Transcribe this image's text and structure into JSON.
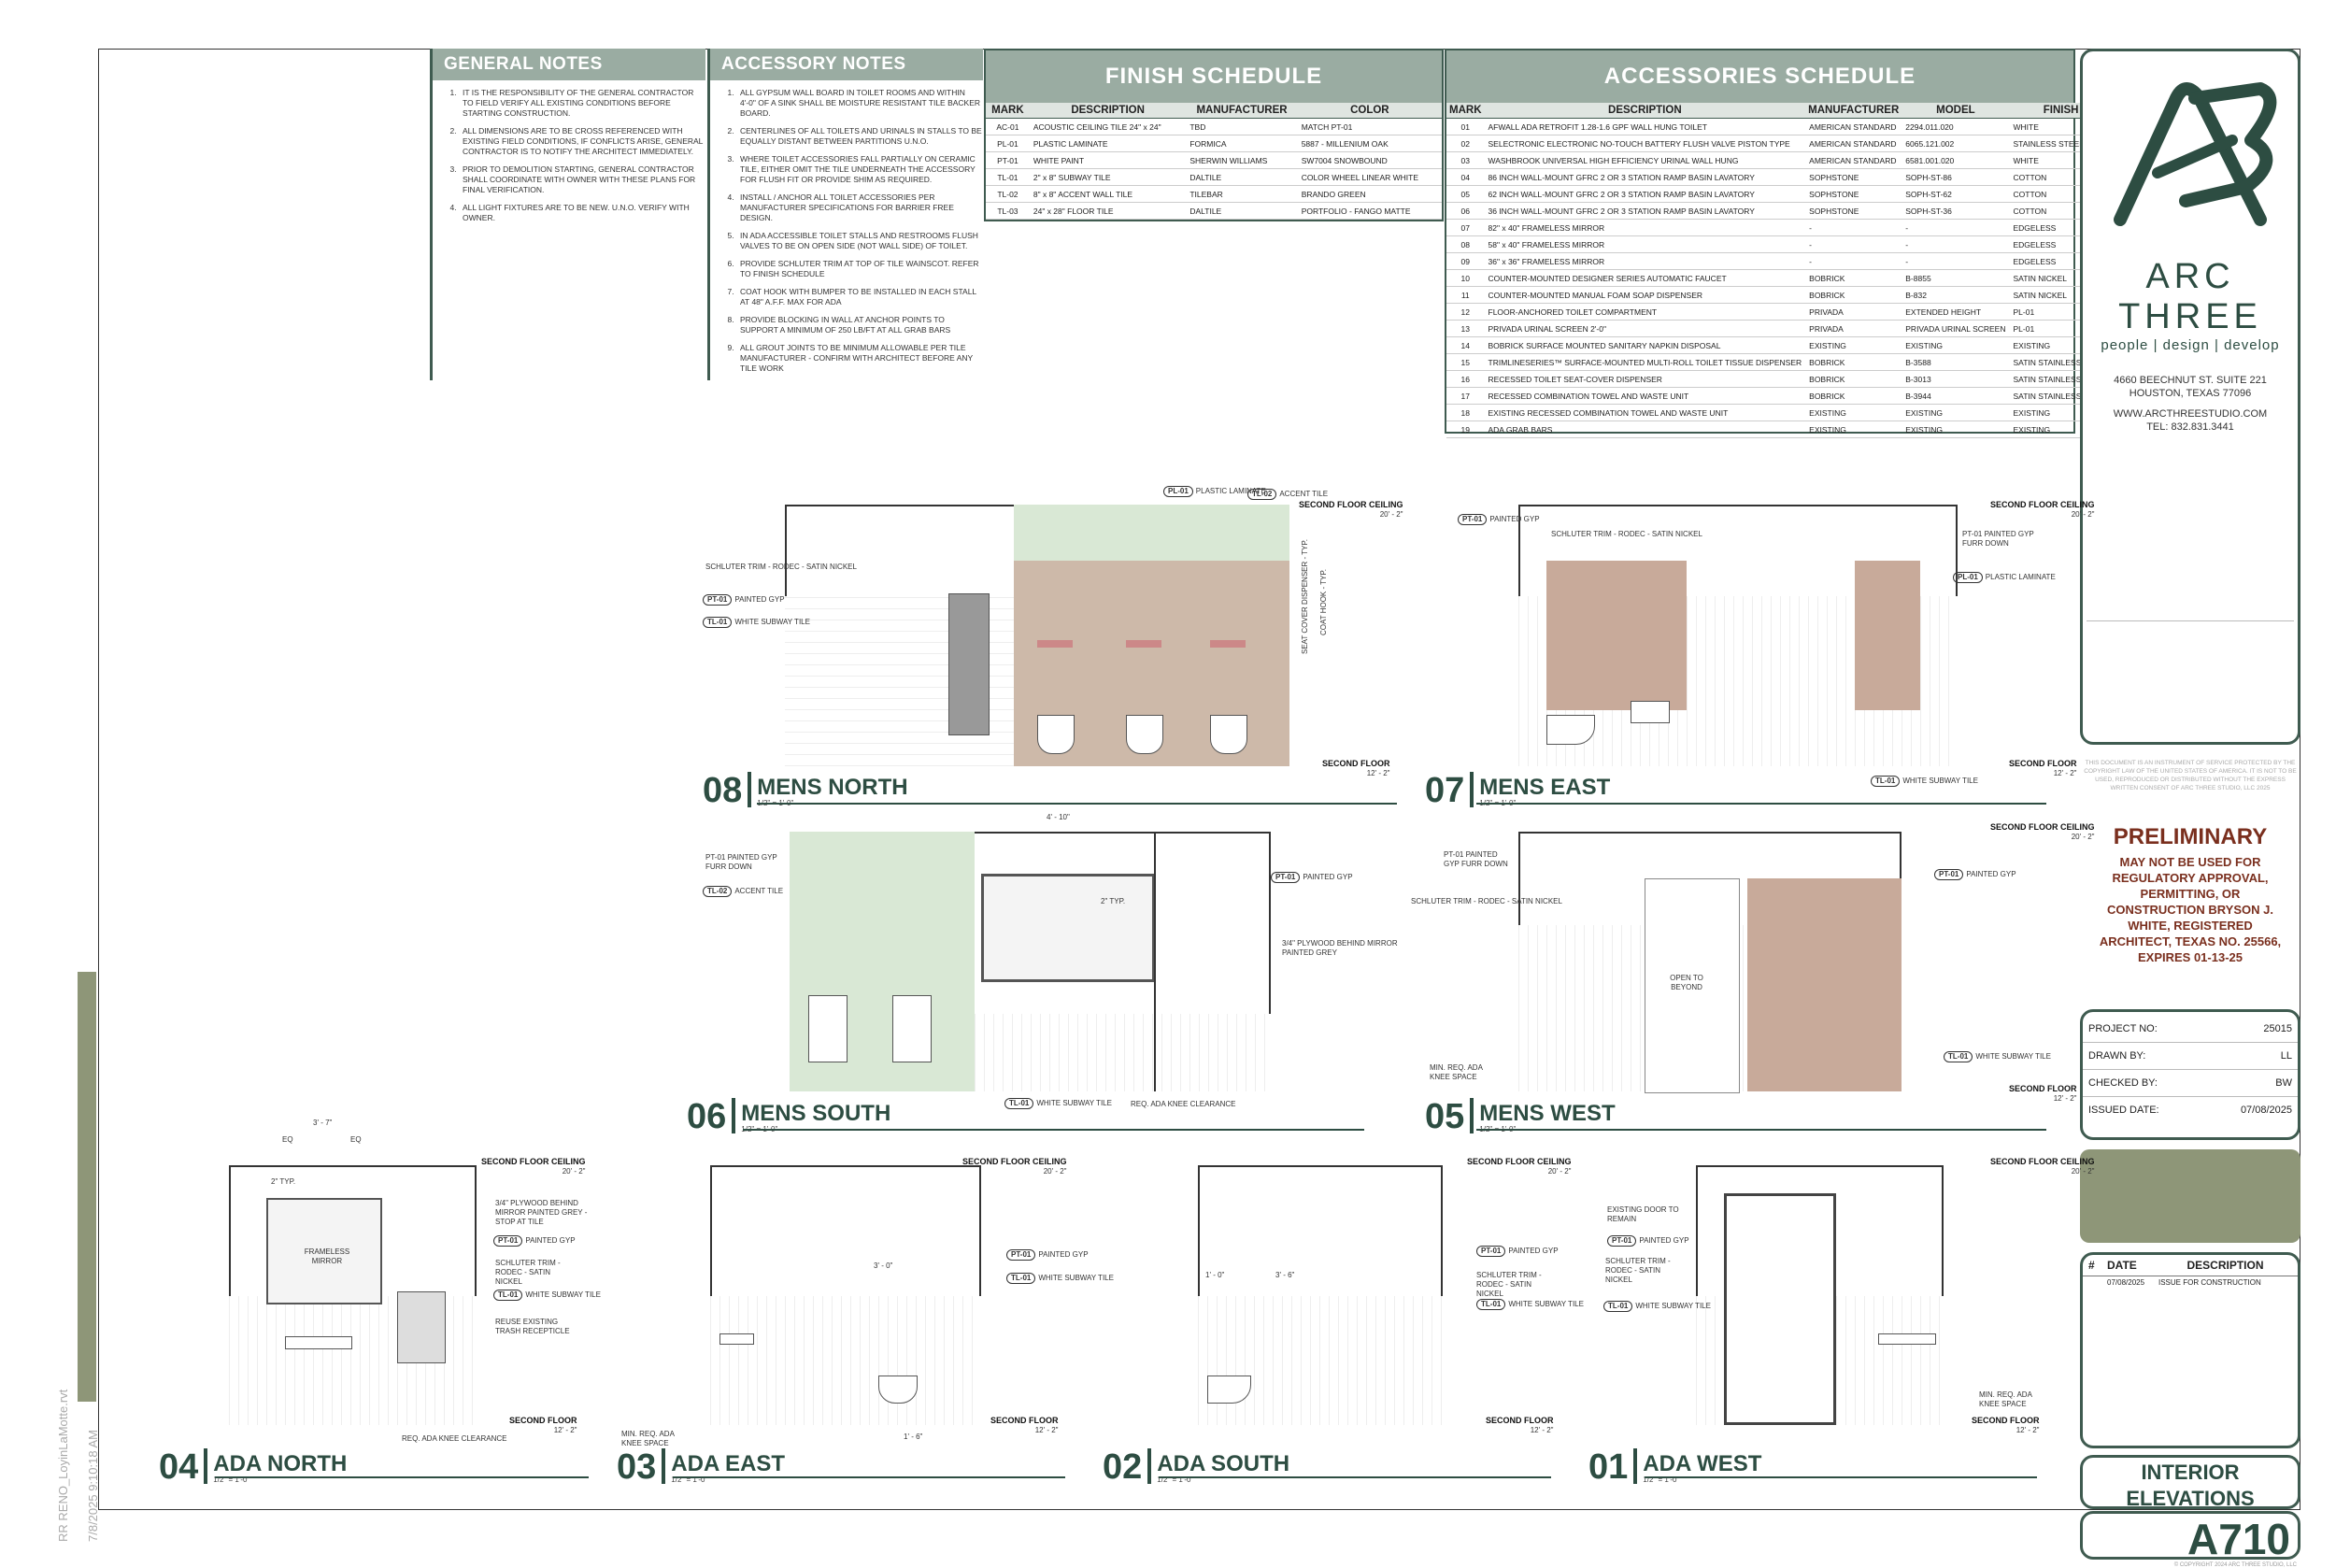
{
  "sidebar_text": {
    "project_file": "RR RENO_LoyinLaMotte.rvt",
    "timestamp": "7/8/2025 9:10:18 AM"
  },
  "general_notes": {
    "title": "GENERAL NOTES",
    "items": [
      "IT IS THE RESPONSIBILITY OF THE GENERAL CONTRACTOR TO FIELD VERIFY ALL EXISTING CONDITIONS BEFORE STARTING CONSTRUCTION.",
      "ALL DIMENSIONS ARE TO BE CROSS REFERENCED WITH EXISTING FIELD CONDITIONS, IF CONFLICTS ARISE, GENERAL CONTRACTOR IS TO NOTIFY THE ARCHITECT IMMEDIATELY.",
      "PRIOR TO DEMOLITION STARTING, GENERAL CONTRACTOR SHALL COORDINATE WITH OWNER WITH THESE PLANS FOR FINAL VERIFICATION.",
      "ALL LIGHT FIXTURES ARE TO BE NEW. U.N.O. VERIFY WITH OWNER."
    ]
  },
  "accessory_notes": {
    "title": "ACCESSORY NOTES",
    "items": [
      "ALL GYPSUM WALL BOARD IN TOILET ROOMS AND WITHIN 4'-0\" OF A SINK SHALL BE MOISTURE RESISTANT TILE BACKER BOARD.",
      "CENTERLINES OF ALL TOILETS AND URINALS IN STALLS TO BE EQUALLY DISTANT BETWEEN PARTITIONS U.N.O.",
      "WHERE TOILET ACCESSORIES FALL PARTIALLY ON CERAMIC TILE, EITHER OMIT THE TILE UNDERNEATH THE ACCESSORY FOR FLUSH FIT OR PROVIDE SHIM AS REQUIRED.",
      "INSTALL / ANCHOR ALL TOILET ACCESSORIES PER MANUFACTURER SPECIFICATIONS FOR BARRIER FREE DESIGN.",
      "IN ADA ACCESSIBLE TOILET STALLS AND RESTROOMS FLUSH VALVES TO BE ON OPEN SIDE (NOT WALL SIDE) OF TOILET.",
      "PROVIDE SCHLUTER TRIM AT TOP OF TILE WAINSCOT. REFER TO FINISH SCHEDULE",
      "COAT HOOK WITH BUMPER TO BE INSTALLED IN EACH STALL AT 48\" A.F.F. MAX FOR ADA",
      "PROVIDE BLOCKING IN WALL AT ANCHOR POINTS TO SUPPORT A MINIMUM OF 250 LB/FT AT ALL GRAB BARS",
      "ALL GROUT JOINTS TO BE MINIMUM ALLOWABLE PER TILE MANUFACTURER - CONFIRM WITH ARCHITECT BEFORE ANY TILE WORK"
    ]
  },
  "finish_schedule": {
    "title": "FINISH SCHEDULE",
    "headers": [
      "MARK",
      "DESCRIPTION",
      "MANUFACTURER",
      "COLOR"
    ],
    "rows": [
      [
        "AC-01",
        "ACOUSTIC CEILING TILE 24\" x 24\"",
        "TBD",
        "MATCH PT-01"
      ],
      [
        "PL-01",
        "PLASTIC LAMINATE",
        "FORMICA",
        "5887 - MILLENIUM OAK"
      ],
      [
        "PT-01",
        "WHITE PAINT",
        "SHERWIN WILLIAMS",
        "SW7004 SNOWBOUND"
      ],
      [
        "TL-01",
        "2\" x 8\" SUBWAY TILE",
        "DALTILE",
        "COLOR WHEEL LINEAR WHITE"
      ],
      [
        "TL-02",
        "8\" x 8\" ACCENT WALL TILE",
        "TILEBAR",
        "BRANDO GREEN"
      ],
      [
        "TL-03",
        "24\" x 28\" FLOOR TILE",
        "DALTILE",
        "PORTFOLIO - FANGO MATTE"
      ]
    ]
  },
  "accessories_schedule": {
    "title": "ACCESSORIES SCHEDULE",
    "headers": [
      "MARK",
      "DESCRIPTION",
      "MANUFACTURER",
      "MODEL",
      "FINISH"
    ],
    "rows": [
      [
        "01",
        "AFWALL ADA RETROFIT 1.28-1.6 GPF WALL HUNG TOILET",
        "AMERICAN STANDARD",
        "2294.011.020",
        "WHITE"
      ],
      [
        "02",
        "SELECTRONIC ELECTRONIC NO-TOUCH BATTERY FLUSH VALVE PISTON TYPE",
        "AMERICAN STANDARD",
        "6065.121.002",
        "STAINLESS STEEL"
      ],
      [
        "03",
        "WASHBROOK UNIVERSAL HIGH EFFICIENCY URINAL WALL HUNG",
        "AMERICAN STANDARD",
        "6581.001.020",
        "WHITE"
      ],
      [
        "04",
        "86 INCH WALL-MOUNT GFRC 2 OR 3 STATION RAMP BASIN LAVATORY",
        "SOPHSTONE",
        "SOPH-ST-86",
        "COTTON"
      ],
      [
        "05",
        "62 INCH WALL-MOUNT GFRC 2 OR 3 STATION RAMP BASIN LAVATORY",
        "SOPHSTONE",
        "SOPH-ST-62",
        "COTTON"
      ],
      [
        "06",
        "36 INCH WALL-MOUNT GFRC 2 OR 3 STATION RAMP BASIN LAVATORY",
        "SOPHSTONE",
        "SOPH-ST-36",
        "COTTON"
      ],
      [
        "07",
        "82\" x 40\" FRAMELESS MIRROR",
        "-",
        "-",
        "EDGELESS"
      ],
      [
        "08",
        "58\" x 40\" FRAMELESS MIRROR",
        "-",
        "-",
        "EDGELESS"
      ],
      [
        "09",
        "36\" x 36\" FRAMELESS MIRROR",
        "-",
        "-",
        "EDGELESS"
      ],
      [
        "10",
        "COUNTER-MOUNTED DESIGNER SERIES AUTOMATIC FAUCET",
        "BOBRICK",
        "B-8855",
        "SATIN NICKEL"
      ],
      [
        "11",
        "COUNTER-MOUNTED MANUAL FOAM SOAP DISPENSER",
        "BOBRICK",
        "B-832",
        "SATIN NICKEL"
      ],
      [
        "12",
        "FLOOR-ANCHORED TOILET COMPARTMENT",
        "PRIVADA",
        "EXTENDED HEIGHT",
        "PL-01"
      ],
      [
        "13",
        "PRIVADA URINAL SCREEN 2'-0\"",
        "PRIVADA",
        "PRIVADA URINAL SCREEN",
        "PL-01"
      ],
      [
        "14",
        "BOBRICK SURFACE MOUNTED SANITARY NAPKIN DISPOSAL",
        "EXISTING",
        "EXISTING",
        "EXISTING"
      ],
      [
        "15",
        "TRIMLINESERIES™ SURFACE-MOUNTED MULTI-ROLL TOILET TISSUE DISPENSER",
        "BOBRICK",
        "B-3588",
        "SATIN STAINLESS STEEL"
      ],
      [
        "16",
        "RECESSED TOILET SEAT-COVER DISPENSER",
        "BOBRICK",
        "B-3013",
        "SATIN STAINLESS STEEL"
      ],
      [
        "17",
        "RECESSED COMBINATION TOWEL AND WASTE UNIT",
        "BOBRICK",
        "B-3944",
        "SATIN STAINLESS STEEL"
      ],
      [
        "18",
        "EXISTING RECESSED COMBINATION TOWEL AND WASTE UNIT",
        "EXISTING",
        "EXISTING",
        "EXISTING"
      ],
      [
        "19",
        "ADA GRAB BARS",
        "EXISTING",
        "EXISTING",
        "EXISTING"
      ]
    ]
  },
  "title_block": {
    "brand": "ARC THREE",
    "tagline": "people | design | develop",
    "address1": "4660 BEECHNUT ST. SUITE 221",
    "address2": "HOUSTON, TEXAS 77096",
    "website": "WWW.ARCTHREESTUDIO.COM",
    "phone": "TEL: 832.831.3441",
    "copyright_notice": "THIS DOCUMENT IS AN INSTRUMENT OF SERVICE PROTECTED BY THE COPYRIGHT LAW OF THE UNITED STATES OF AMERICA. IT IS NOT TO BE USED, REPRODUCED OR DISTRIBUTED WITHOUT THE EXPRESS WRITTEN CONSENT OF ARC THREE STUDIO, LLC 2025",
    "prelim_title": "PRELIMINARY",
    "prelim_text": "MAY NOT BE USED FOR REGULATORY APPROVAL, PERMITTING, OR CONSTRUCTION BRYSON J. WHITE, REGISTERED ARCHITECT, TEXAS NO. 25566, EXPIRES 01-13-25",
    "project_no_label": "PROJECT NO:",
    "project_no": "25015",
    "drawn_by_label": "DRAWN BY:",
    "drawn_by": "LL",
    "checked_by_label": "CHECKED BY:",
    "checked_by": "BW",
    "issued_label": "ISSUED DATE:",
    "issued": "07/08/2025",
    "rev_headers": [
      "#",
      "DATE",
      "DESCRIPTION"
    ],
    "rev_row": [
      "",
      "07/08/2025",
      "ISSUE FOR CONSTRUCTION"
    ],
    "sheet_name": "INTERIOR ELEVATIONS",
    "sheet_number": "A710",
    "footer": "© COPYRIGHT 2024 ARC THREE STUDIO, LLC"
  },
  "views": [
    {
      "num": "08",
      "name": "MENS NORTH",
      "scale": "1/2\" = 1'-0\""
    },
    {
      "num": "07",
      "name": "MENS EAST",
      "scale": "1/2\" = 1'-0\""
    },
    {
      "num": "06",
      "name": "MENS SOUTH",
      "scale": "1/2\" = 1'-0\""
    },
    {
      "num": "05",
      "name": "MENS WEST",
      "scale": "1/2\" = 1'-0\""
    },
    {
      "num": "04",
      "name": "ADA NORTH",
      "scale": "1/2\" = 1'-0\""
    },
    {
      "num": "03",
      "name": "ADA EAST",
      "scale": "1/2\" = 1'-0\""
    },
    {
      "num": "02",
      "name": "ADA SOUTH",
      "scale": "1/2\" = 1'-0\""
    },
    {
      "num": "01",
      "name": "ADA WEST",
      "scale": "1/2\" = 1'-0\""
    }
  ],
  "annotations": {
    "second_floor_ceiling": "SECOND FLOOR CEILING",
    "ceiling_elev": "20' - 2\"",
    "second_floor": "SECOND FLOOR",
    "floor_elev": "12' - 2\"",
    "painted_gyp": "PAINTED GYP",
    "white_subway": "WHITE SUBWAY TILE",
    "accent_tile": "ACCENT TILE",
    "plastic_laminate": "PLASTIC LAMINATE",
    "schluter": "SCHLUTER TRIM - RODEC - SATIN NICKEL",
    "pt01_furr": "PT-01 PAINTED GYP FURR DOWN",
    "plywood": "3/4\" PLYWOOD BEHIND MIRROR PAINTED GREY",
    "plywood_stop": "3/4\" PLYWOOD BEHIND MIRROR PAINTED GREY - STOP AT TILE",
    "knee": "REQ. ADA KNEE CLEARANCE",
    "knee_min": "MIN. REQ. ADA KNEE SPACE",
    "open_beyond": "OPEN TO BEYOND",
    "frameless_mirror": "FRAMELESS MIRROR",
    "reuse_trash": "REUSE EXISTING TRASH RECEPTICLE",
    "existing_door": "EXISTING DOOR TO REMAIN",
    "seat_cover": "SEAT COVER DISPENSER - TYP.",
    "coat_hook": "COAT HOOK - TYP.",
    "typ2": "2\" TYP.",
    "dim_eq": "EQ",
    "dim_37": "3' - 7\"",
    "dim_410": "4' - 10\"",
    "dim_30": "3' - 0\"",
    "dim_36": "3' - 6\"",
    "dim_10": "1' - 0\"",
    "dim_16": "1' - 6\"",
    "tags": {
      "pt01": "PT-01",
      "tl01": "TL-01",
      "tl02": "TL-02",
      "pl01": "PL-01"
    }
  },
  "colors": {
    "brand": "#2d4d42",
    "header": "#9aaca2",
    "laminate": "#c8aa9a",
    "accent_tile": "#d9e8d5",
    "prelim": "#7a2f1e"
  }
}
